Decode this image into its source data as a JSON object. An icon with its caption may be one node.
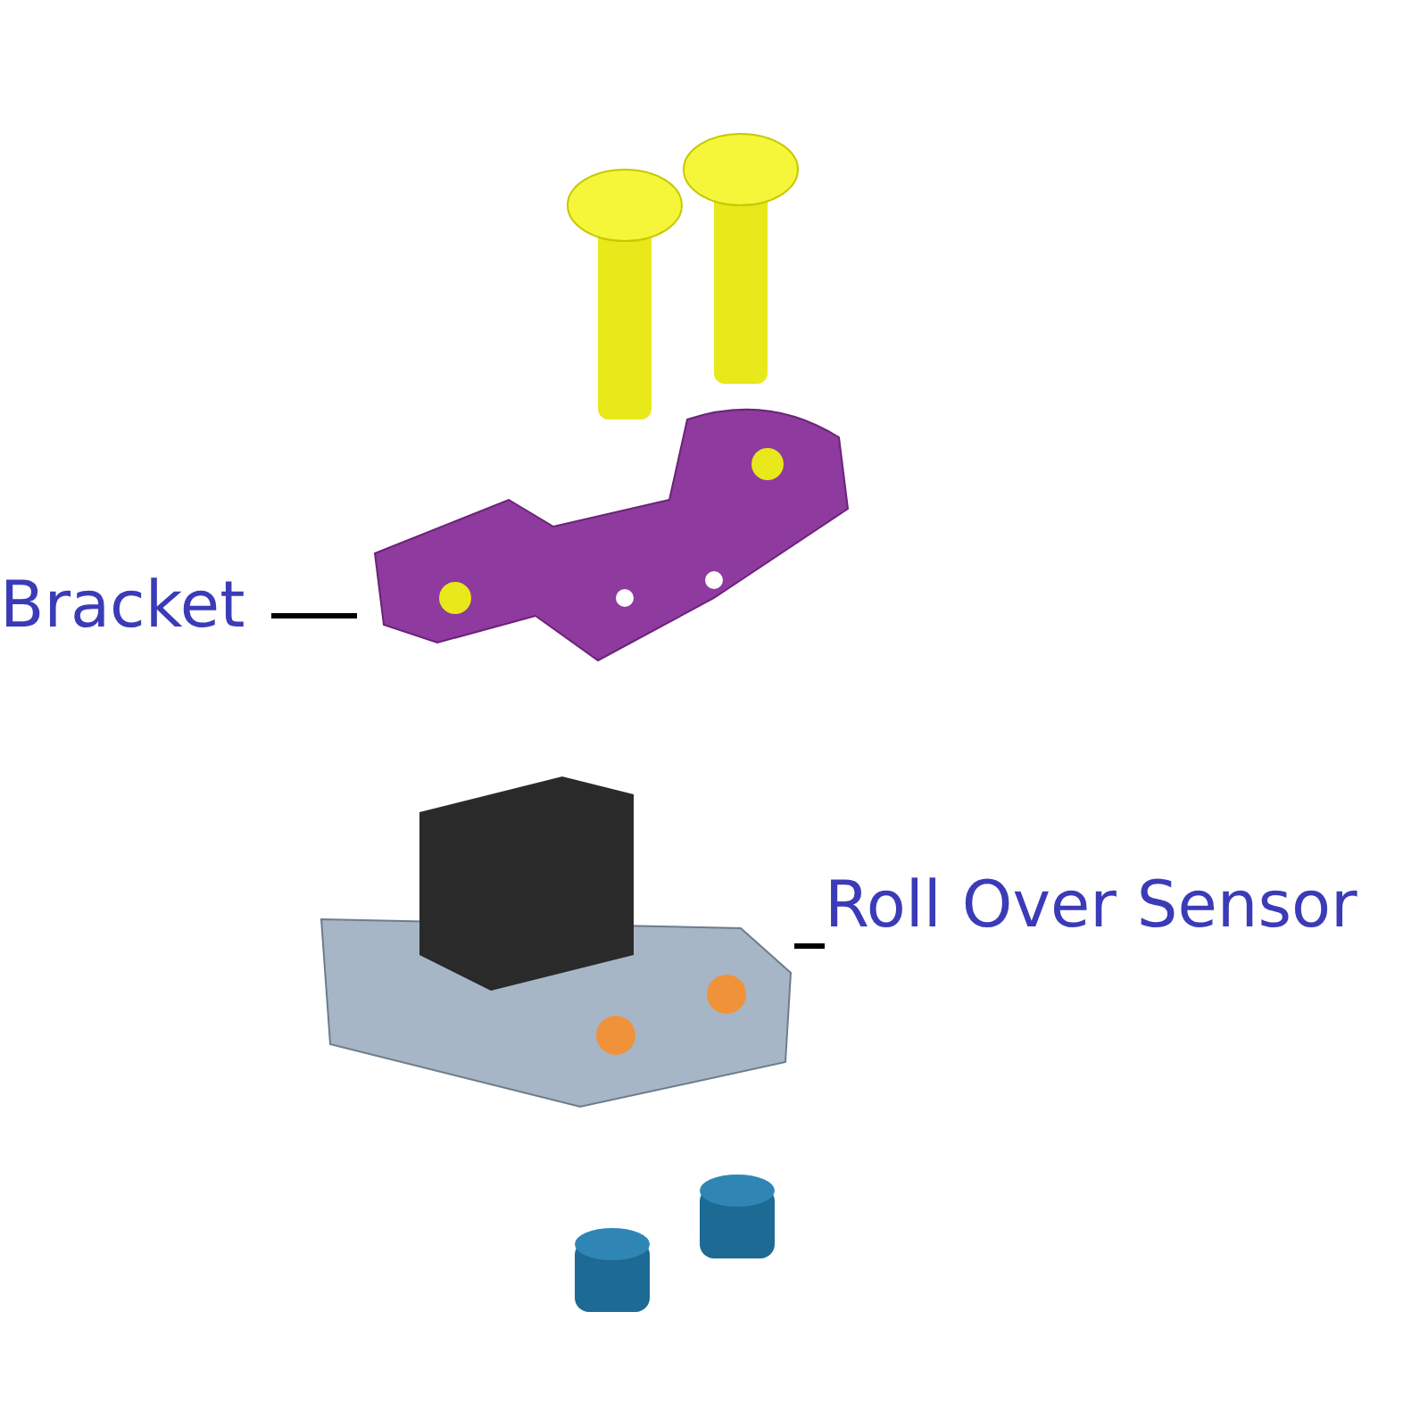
{
  "diagram": {
    "nodes": [
      {
        "text": [
          "Bracket"
        ]
      },
      {
        "text": [],
        "shape": "picture"
      },
      {
        "text": [
          "Roll Over Sensor"
        ]
      },
      {
        "text": [],
        "shape": "picture"
      }
    ],
    "edges": [
      {
        "from": 0,
        "to": 1,
        "arrow": "none"
      },
      {
        "from": 2,
        "to": 3,
        "arrow": "none"
      }
    ]
  }
}
